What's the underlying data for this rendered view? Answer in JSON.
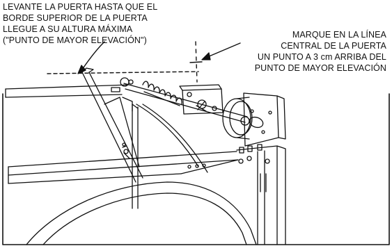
{
  "instruction_left": {
    "lines": [
      "LEVANTE LA PUERTA HASTA QUE EL",
      "BORDE SUPERIOR DE LA PUERTA",
      "LLEGUE A SU ALTURA MÁXIMA",
      "(\"PUNTO DE MAYOR ELEVACIÓN\")"
    ]
  },
  "instruction_right": {
    "lines": [
      "MARQUE EN LA LÍNEA",
      "CENTRAL DE LA PUERTA",
      "UN PUNTO A 3 cm ARRIBA DEL",
      "PUNTO DE MAYOR ELEVACIÓN"
    ]
  },
  "colors": {
    "ink": "#111111",
    "background": "#ffffff"
  }
}
